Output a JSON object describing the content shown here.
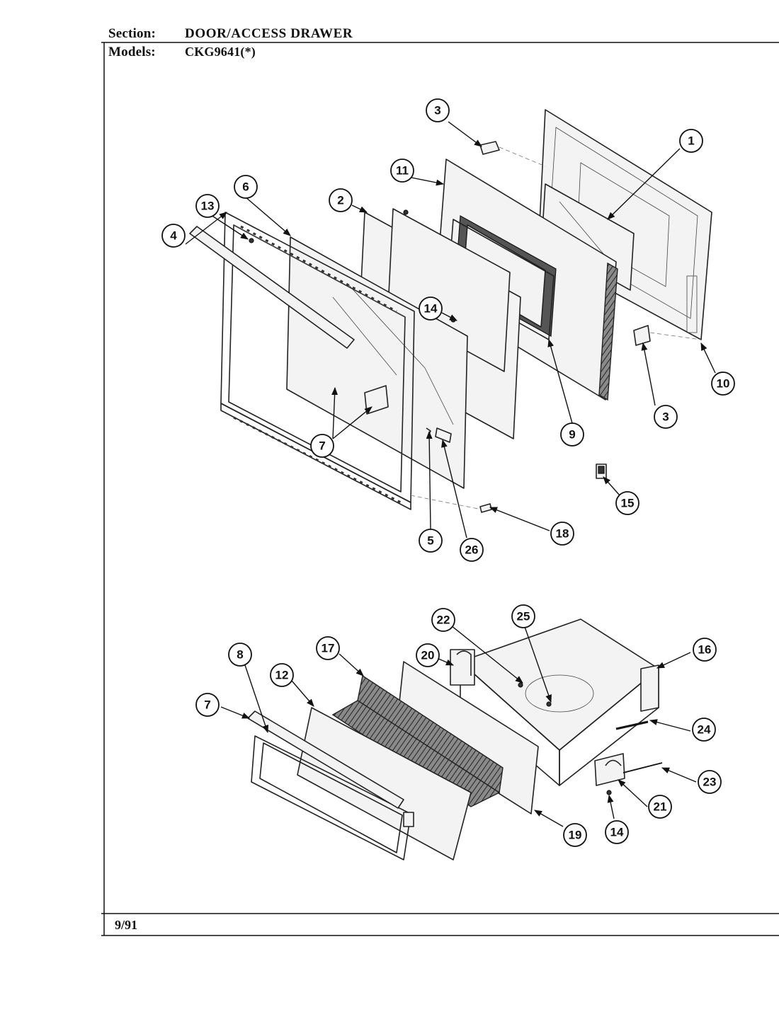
{
  "header": {
    "section_label": "Section:",
    "section_value": "DOOR/ACCESS DRAWER",
    "models_label": "Models:",
    "models_value": "CKG9641(*)"
  },
  "footer": {
    "date": "9/91"
  },
  "callouts": [
    "1",
    "2",
    "3",
    "3",
    "4",
    "5",
    "6",
    "7",
    "7",
    "8",
    "9",
    "10",
    "11",
    "12",
    "13",
    "14",
    "14",
    "15",
    "16",
    "17",
    "18",
    "19",
    "20",
    "21",
    "22",
    "23",
    "24",
    "25",
    "26"
  ]
}
